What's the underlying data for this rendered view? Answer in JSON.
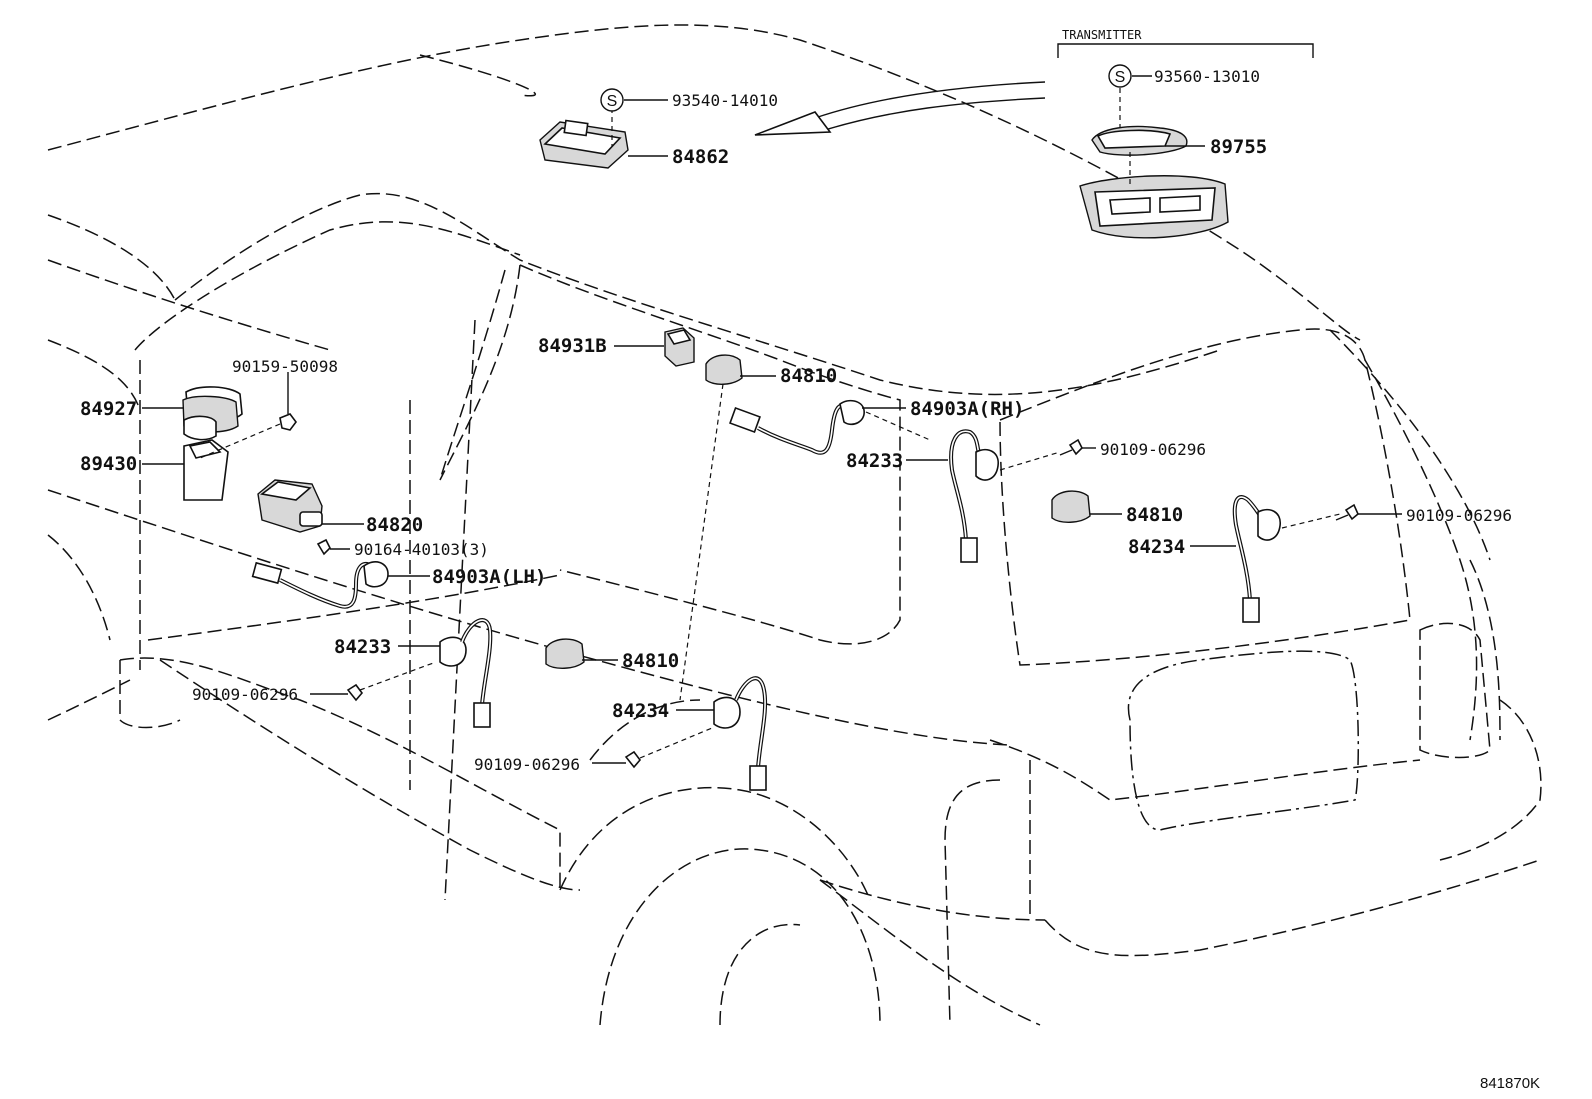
{
  "diagram": {
    "section_header": "TRANSMITTER",
    "drawing_code": "841870K",
    "callouts": {
      "p93540": "93540-14010",
      "p84862": "84862",
      "p93560": "93560-13010",
      "p89755": "89755",
      "p90159": "90159-50098",
      "p84927": "84927",
      "p89430": "89430",
      "p84931b": "84931B",
      "p84810_top": "84810",
      "p84903a_rh": "84903A(RH)",
      "p84233_right": "84233",
      "p90109_right_top": "90109-06296",
      "p84810_right": "84810",
      "p90109_right": "90109-06296",
      "p84234_right": "84234",
      "p84820": "84820",
      "p90164": "90164-40103(3)",
      "p84903a_lh": "84903A(LH)",
      "p84233_left": "84233",
      "p84810_mid": "84810",
      "p90109_left": "90109-06296",
      "p84234_mid": "84234",
      "p90109_mid": "90109-06296"
    },
    "supply_symbol": "S"
  }
}
